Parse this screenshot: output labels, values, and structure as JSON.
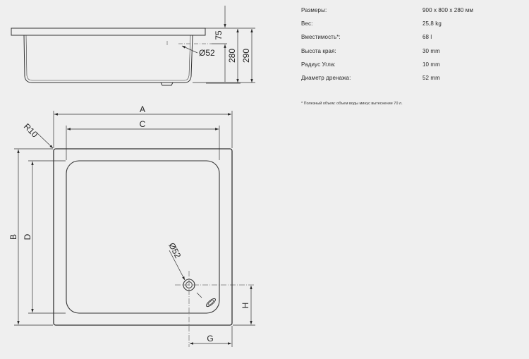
{
  "specs": [
    {
      "label": "Размеры:",
      "value": "900 x 800 x 280 мм"
    },
    {
      "label": "Вес:",
      "value": "25,8 kg"
    },
    {
      "label": "Вместимость*:",
      "value": "68 l"
    },
    {
      "label": "Высота края:",
      "value": "30 mm"
    },
    {
      "label": "Радиус Угла:",
      "value": "10 mm"
    },
    {
      "label": "Диаметр дренажа:",
      "value": "52 mm"
    }
  ],
  "footnote": "* Полезный объем: объем воды минус вытеснение 70 л.",
  "side_view": {
    "dim_75": "75",
    "dim_280": "280",
    "dim_290": "290",
    "drain_diameter": "Ø52"
  },
  "top_view": {
    "dim_a": "A",
    "dim_b": "B",
    "dim_c": "C",
    "dim_d": "D",
    "dim_g": "G",
    "dim_h": "H",
    "corner_radius": "R10",
    "drain_diameter": "Ø52"
  }
}
